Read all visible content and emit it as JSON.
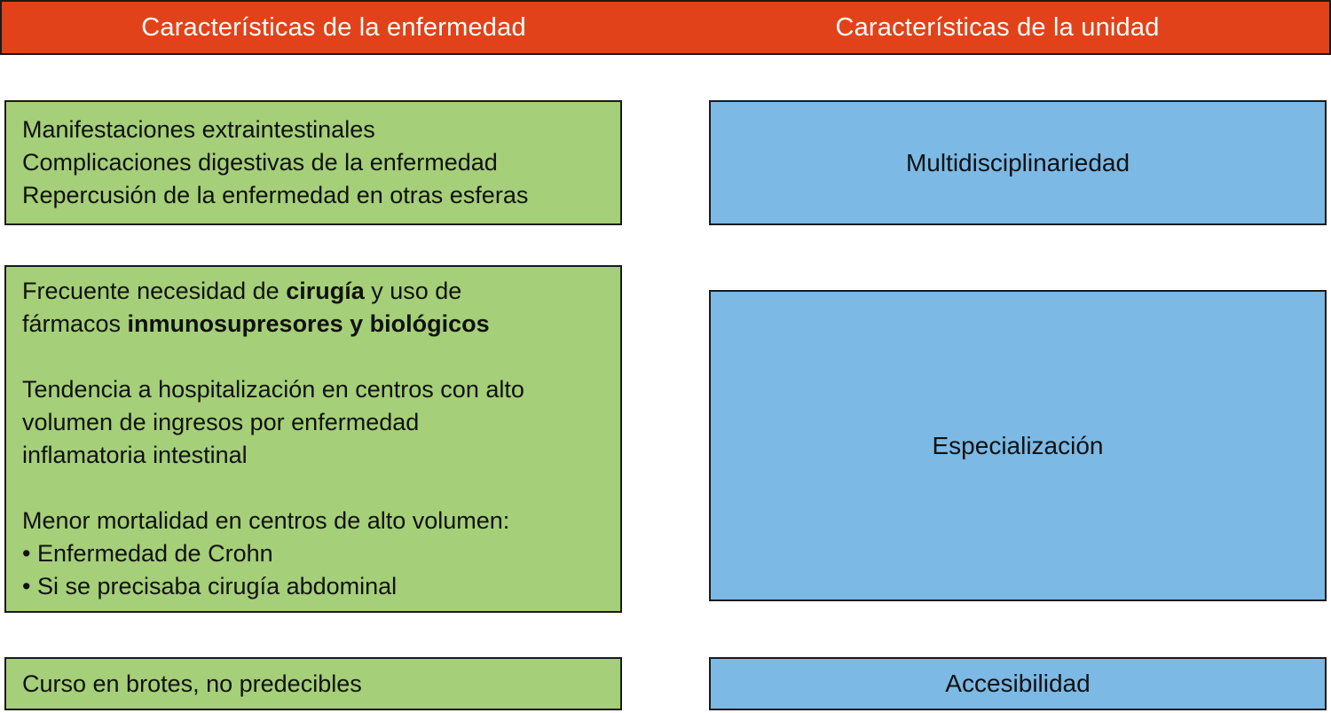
{
  "header": {
    "left_title": "Características de la enfermedad",
    "right_title": "Características de la unidad"
  },
  "left_column": {
    "boxes": [
      {
        "lines": [
          [
            {
              "t": "Manifestaciones extraintestinales"
            }
          ],
          [
            {
              "t": "Complicaciones digestivas de la enfermedad"
            }
          ],
          [
            {
              "t": "Repercusión de la enfermedad en otras esferas"
            }
          ]
        ]
      },
      {
        "lines": [
          [
            {
              "t": "Frecuente necesidad de "
            },
            {
              "t": "cirugía",
              "b": true
            },
            {
              "t": " y uso de"
            }
          ],
          [
            {
              "t": "fármacos "
            },
            {
              "t": "inmunosupresores y biológicos",
              "b": true
            }
          ],
          [],
          [
            {
              "t": "Tendencia a hospitalización en centros con alto"
            }
          ],
          [
            {
              "t": "volumen de ingresos por enfermedad"
            }
          ],
          [
            {
              "t": "inflamatoria intestinal"
            }
          ],
          [],
          [
            {
              "t": "Menor mortalidad en centros de alto volumen:"
            }
          ],
          [
            {
              "t": "• Enfermedad de Crohn"
            }
          ],
          [
            {
              "t": "• Si se precisaba cirugía abdominal"
            }
          ]
        ]
      },
      {
        "lines": [
          [
            {
              "t": "Curso en brotes, no predecibles"
            }
          ]
        ]
      }
    ]
  },
  "right_column": {
    "boxes": [
      {
        "label": "Multidisciplinariedad"
      },
      {
        "label": "Especialización"
      },
      {
        "label": "Accesibilidad"
      }
    ]
  },
  "colors": {
    "header_bg": "#E2421A",
    "disease_box_bg": "#A5CF78",
    "unit_box_bg": "#7CB9E5",
    "border": "#1A1A1A",
    "header_text": "#FFFFFF",
    "body_text": "#111111"
  }
}
